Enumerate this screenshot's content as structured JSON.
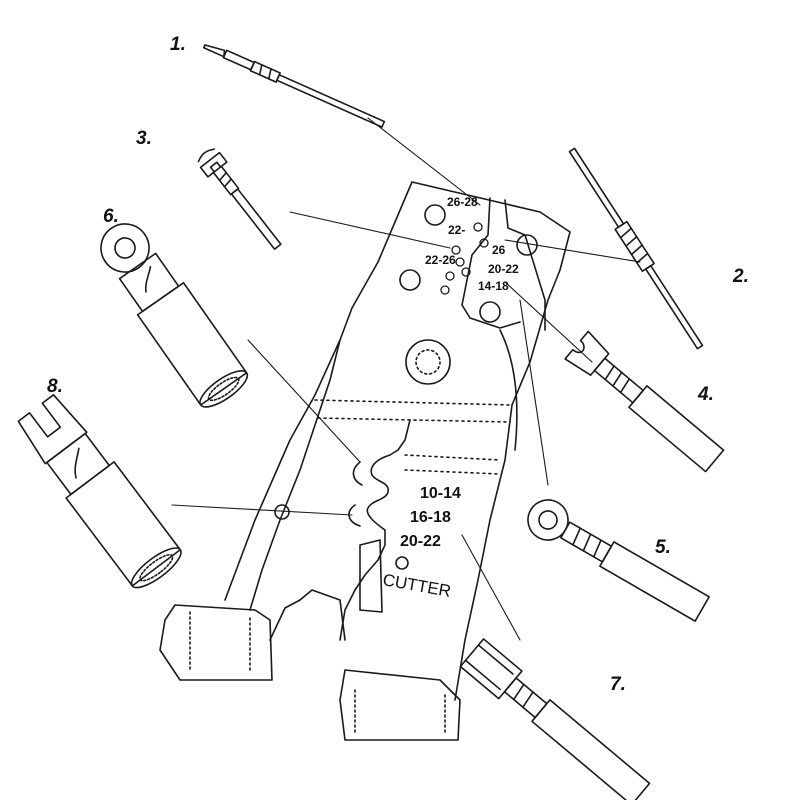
{
  "callouts": [
    "1.",
    "2.",
    "3.",
    "4.",
    "5.",
    "6.",
    "7.",
    "8."
  ],
  "die_labels": {
    "d26_28": "26-28",
    "d22": "22-",
    "d26": "26",
    "d22_26": "22-26",
    "d20_22": "20-22",
    "d14_18": "14-18"
  },
  "cutter_sizes": [
    "10-14",
    "16-18",
    "20-22"
  ],
  "cutter_label": "CUTTER",
  "colors": {
    "line": "#1a1a1a",
    "background": "#ffffff"
  }
}
